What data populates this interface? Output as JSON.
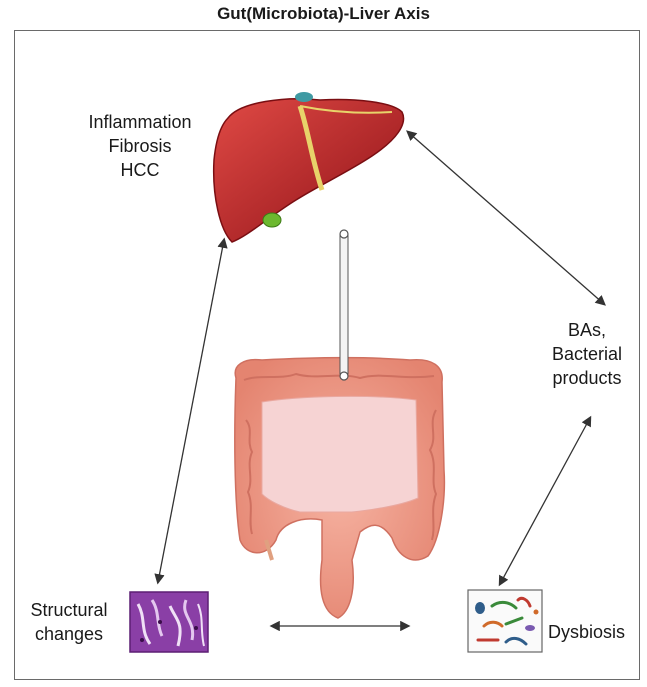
{
  "title": "Gut(Microbiota)-Liver Axis",
  "liver_labels": [
    "Inflammation",
    "Fibrosis",
    "HCC"
  ],
  "bas_labels": [
    "BAs,",
    "Bacterial",
    "products"
  ],
  "structural_labels": [
    "Structural",
    "changes"
  ],
  "dysbiosis_label": "Dysbiosis",
  "colors": {
    "liver": "#c8262b",
    "liver_dark": "#8e1117",
    "gallbladder": "#6cb82f",
    "intestine": "#f0a08e",
    "intestine_inner": "#f6d3d3",
    "tissue": "#8a3fa6",
    "arrow": "#333333"
  },
  "icons": [
    "liver-icon",
    "intestine-icon",
    "tissue-icon",
    "bacteria-icon"
  ]
}
